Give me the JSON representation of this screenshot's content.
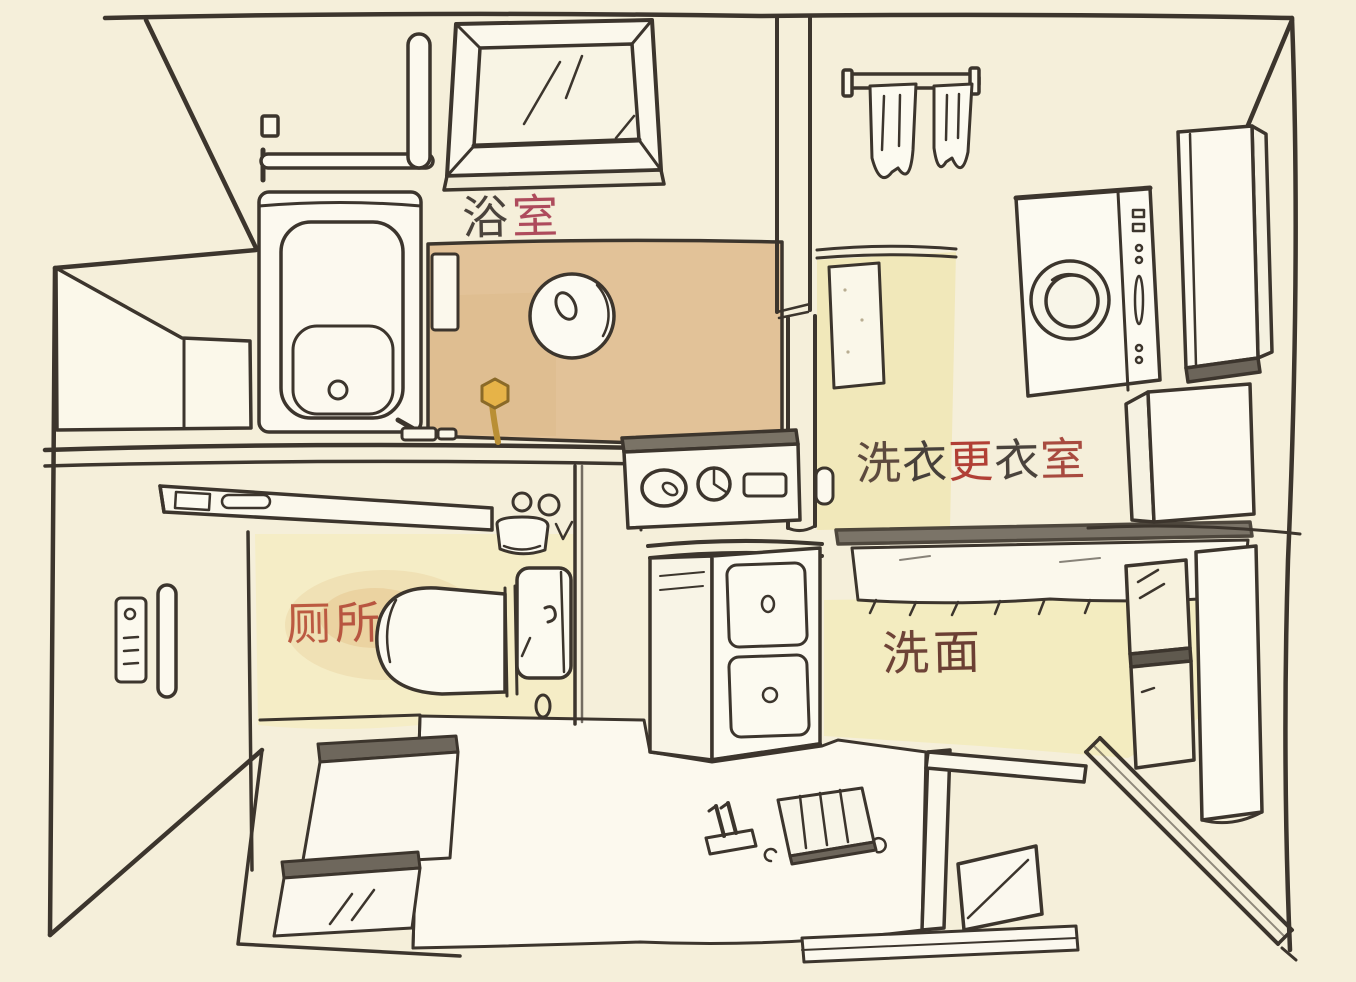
{
  "image": {
    "kind": "hand-drawn floor plan sketch",
    "subject": "Japanese-style separated bathroom layout (bath, laundry/dressing, toilet, washroom)",
    "language": "Chinese"
  },
  "palette": {
    "paper": "#f5efda",
    "ink_line": "#3c352d",
    "soft_line": "#6e675c",
    "fixture_white": "#fcf9ee",
    "bath_floor_tan": "#e2c298",
    "laundry_floor_yellow": "#f1e8ba",
    "toilet_floor_cream": "#f5edc6",
    "washroom_floor_yellow": "#f3ecc0",
    "warm_patch": "#e6c68e",
    "shower_head_yellow": "#e6b348",
    "label_dark": "#4a433c",
    "label_red": "#b13f35"
  },
  "labels": {
    "bathroom": {
      "text": "浴室",
      "chars": [
        {
          "ch": "浴",
          "style": "color:#4a433c"
        },
        {
          "ch": "室",
          "style": "color:#ae4b5c"
        }
      ]
    },
    "laundry_dressing": {
      "text": "洗衣更衣室",
      "chars": [
        {
          "ch": "洗",
          "style": "color:#5d4a3e"
        },
        {
          "ch": "衣",
          "style": "color:#46403a"
        },
        {
          "ch": "更",
          "style": "color:#b13f35"
        },
        {
          "ch": "衣",
          "style": "color:#4a433c"
        },
        {
          "ch": "室",
          "style": "color:#a84a3f"
        }
      ]
    },
    "toilet": {
      "text": "厕所",
      "chars": [
        {
          "ch": "厕",
          "style": "color:#bc5a41"
        },
        {
          "ch": "所",
          "style": "color:#b85540"
        }
      ]
    },
    "washroom": {
      "text": "洗面",
      "chars": [
        {
          "ch": "洗",
          "style": "color:#6e4337"
        },
        {
          "ch": "面",
          "style": "color:#6b3f33"
        }
      ]
    }
  },
  "rooms": [
    {
      "id": "bathroom",
      "label": "浴室",
      "floor_color": "#e2c298",
      "fixtures": [
        "bathtub",
        "window",
        "vertical-grab-bar",
        "l-shaped-grab-bar",
        "wall-hook",
        "sloped-storage-bench",
        "wall-niche",
        "bath-stool",
        "shower-head"
      ]
    },
    {
      "id": "laundry-dressing-room",
      "label": "洗衣更衣室",
      "floor_color": "#f1e8ba",
      "fixtures": [
        "towel-rail",
        "hanging-towels",
        "bath-mat",
        "washing-machine",
        "tall-cabinet",
        "storage-cabinet"
      ]
    },
    {
      "id": "toilet-room",
      "label": "厕所",
      "floor_color": "#f5edc6",
      "fixtures": [
        "door",
        "door-handle",
        "washlet-control-panel",
        "storage-shelf",
        "toilet-paper-holder",
        "toilet"
      ]
    },
    {
      "id": "washroom",
      "label": "洗面",
      "floor_color": "#f3ecc0",
      "fixtures": [
        "vanity-cabinet",
        "heater-control-panel",
        "fringed-rug",
        "mirror-cabinet",
        "side-panel",
        "threshold"
      ]
    },
    {
      "id": "entry-area",
      "label": "",
      "floor_color": "#fcf9ee",
      "fixtures": [
        "step-mats",
        "large-floor-mat",
        "slippers",
        "striped-bath-mat",
        "runner-strip"
      ]
    }
  ]
}
